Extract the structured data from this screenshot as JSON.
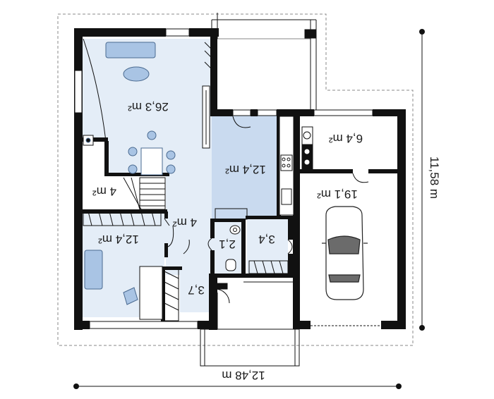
{
  "rooms": {
    "living": "26,3 m²",
    "kitchen": "12,4 m²",
    "boiler": "6,4 m²",
    "garage": "19,1 m²",
    "stair": "4 m²",
    "hall": "4 m²",
    "study": "12,4 m²",
    "wc": "2,1",
    "bath": "3,4",
    "vestibule": "3,7"
  },
  "dimensions": {
    "width": "12,48 m",
    "depth": "11,58 m"
  },
  "colors": {
    "wall": "#111111",
    "floor_tint": "#dfe9f5",
    "kitchen_tint": "#c9daef",
    "outline_dashed": "#8a8a8a",
    "furniture": "#a9c4e4"
  }
}
